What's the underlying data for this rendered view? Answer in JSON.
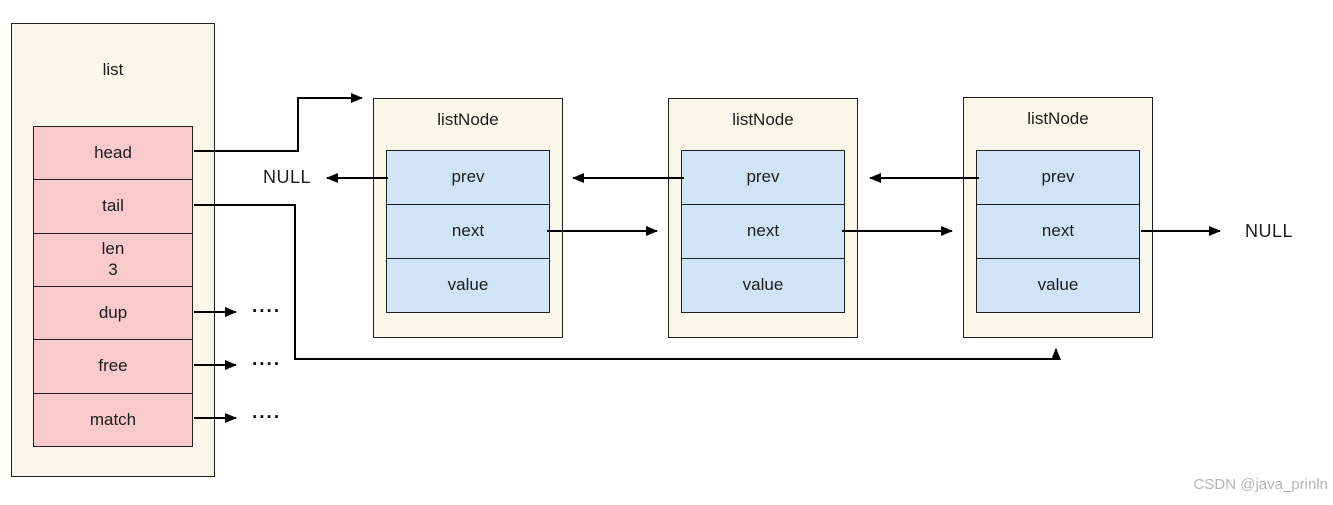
{
  "colors": {
    "canvas-bg": "#ffffff",
    "box-bg": "#f8f7ea",
    "pink-row": "#f9caca",
    "blue-row": "#d0e4f7",
    "border": "#1f1f1f",
    "arrow": "#000000",
    "watermark": "#b5b5b5"
  },
  "list_struct": {
    "title": "list",
    "rows": [
      {
        "label": "head"
      },
      {
        "label": "tail"
      },
      {
        "label": "len",
        "value": "3"
      },
      {
        "label": "dup"
      },
      {
        "label": "free"
      },
      {
        "label": "match"
      }
    ]
  },
  "nodes": [
    {
      "title": "listNode",
      "fields": [
        "prev",
        "next",
        "value"
      ]
    },
    {
      "title": "listNode",
      "fields": [
        "prev",
        "next",
        "value"
      ]
    },
    {
      "title": "listNode",
      "fields": [
        "prev",
        "next",
        "value"
      ]
    }
  ],
  "labels": {
    "null_prev": "NULL",
    "null_next": "NULL",
    "dup_dots": "....",
    "free_dots": "....",
    "match_dots": "...."
  },
  "watermark": {
    "text": "CSDN @java_prinln"
  }
}
